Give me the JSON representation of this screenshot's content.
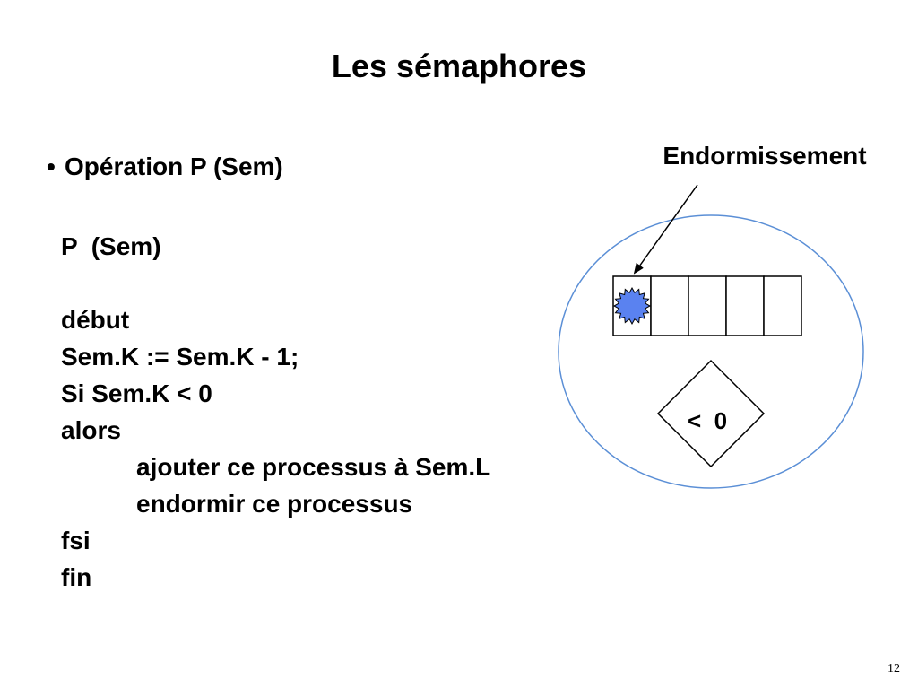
{
  "slide": {
    "title": "Les sémaphores",
    "bullet": "Opération P (Sem)",
    "page_number": "12"
  },
  "code": [
    {
      "text": "P  (Sem)",
      "indent": false
    },
    {
      "text": "",
      "indent": false
    },
    {
      "text": "début",
      "indent": false
    },
    {
      "text": "Sem.K := Sem.K - 1;",
      "indent": false
    },
    {
      "text": "Si Sem.K < 0",
      "indent": false
    },
    {
      "text": "alors",
      "indent": false
    },
    {
      "text": "ajouter ce processus à Sem.L",
      "indent": true
    },
    {
      "text": "endormir ce processus",
      "indent": true
    },
    {
      "text": "fsi",
      "indent": false
    },
    {
      "text": "fin",
      "indent": false
    }
  ],
  "diagram": {
    "label": "Endormissement",
    "condition": "<  0",
    "queue_slots": 5,
    "colors": {
      "circle_outline": "#5b8fd6",
      "process_fill": "#5a82f0",
      "stroke": "#000000"
    }
  }
}
